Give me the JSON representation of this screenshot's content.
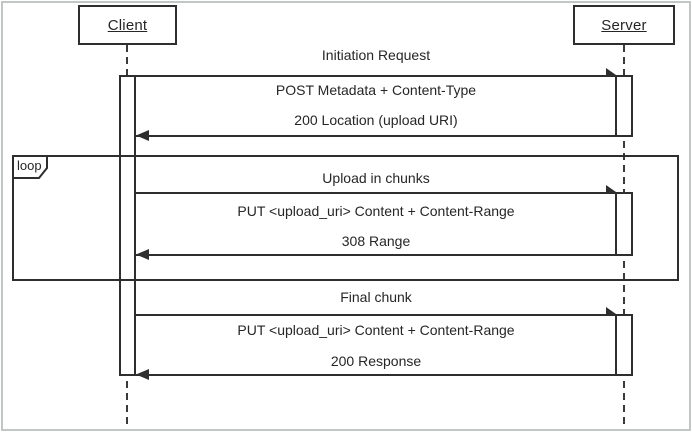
{
  "diagram": {
    "type": "uml-sequence",
    "actors": {
      "client": "Client",
      "server": "Server"
    },
    "sections": {
      "initiation": "Initiation Request",
      "loop_operator": "loop",
      "loop_title": "Upload in chunks",
      "final": "Final chunk"
    },
    "messages": {
      "post_metadata": "POST Metadata + Content-Type",
      "location_response": "200 Location (upload URI)",
      "put_chunk": "PUT <upload_uri> Content + Content-Range",
      "range_response": "308 Range",
      "put_final_chunk": "PUT <upload_uri> Content + Content-Range",
      "ok_response": "200 Response"
    },
    "colors": {
      "line": "#2e2e2e",
      "text": "#262626",
      "background": "#ffffff",
      "frame_border": "#c3c6c6"
    }
  }
}
